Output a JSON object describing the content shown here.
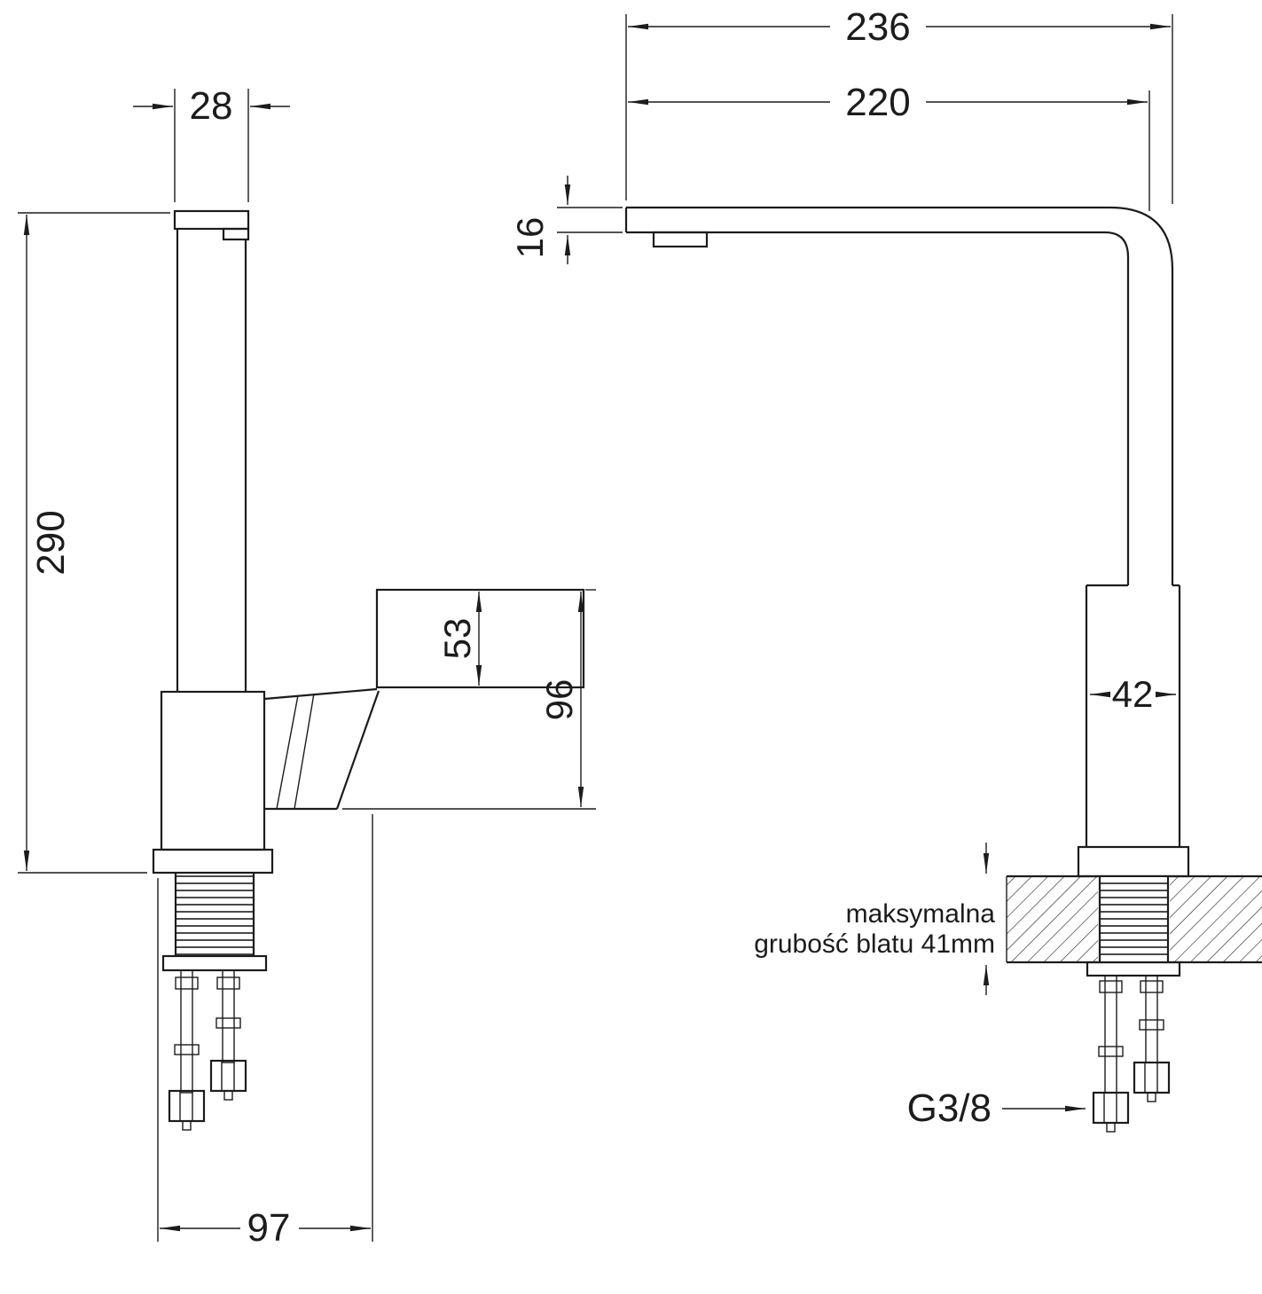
{
  "drawing": {
    "type": "technical-dimension-drawing",
    "subject": "kitchen faucet, side view and front view",
    "colors": {
      "line": "#1c1c1c",
      "background": "#ffffff"
    },
    "side_view": {
      "spout_width": "28",
      "total_height": "290",
      "handle_height": "53",
      "lever_height": "96",
      "base_depth": "97"
    },
    "front_view": {
      "overall_reach": "236",
      "spout_reach": "220",
      "spout_thickness": "16",
      "body_width": "42",
      "counter_note_line1": "maksymalna",
      "counter_note_line2": "grubość blatu 41mm",
      "connection_thread": "G3/8"
    }
  }
}
